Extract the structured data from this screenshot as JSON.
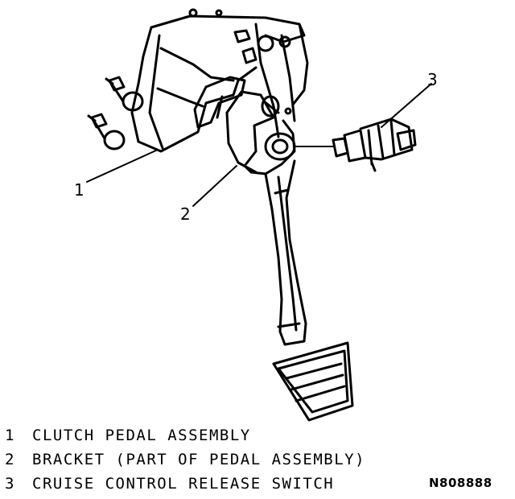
{
  "callouts": {
    "c1": "1",
    "c2": "2",
    "c3": "3"
  },
  "legend": [
    {
      "num": "1",
      "text": "CLUTCH PEDAL ASSEMBLY"
    },
    {
      "num": "2",
      "text": "BRACKET (PART OF PEDAL ASSEMBLY)"
    },
    {
      "num": "3",
      "text": "CRUISE CONTROL RELEASE SWITCH"
    }
  ],
  "figure_code": "N808888",
  "colors": {
    "ink": "#000000",
    "paper": "#ffffff"
  }
}
